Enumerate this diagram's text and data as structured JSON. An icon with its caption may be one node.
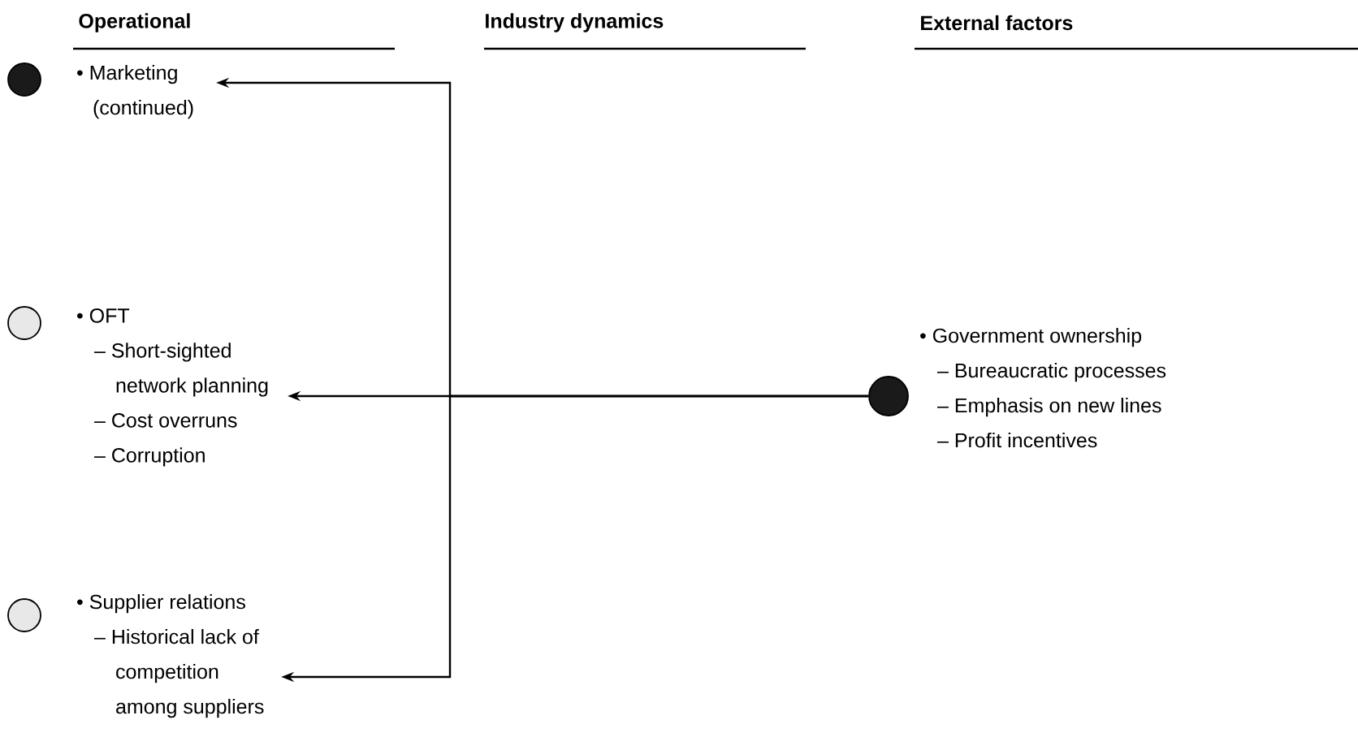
{
  "diagram": {
    "nodes": [
      {
        "text": [],
        "shape": "circle"
      },
      {
        "text": [
          "• Marketing (continued)"
        ]
      },
      {
        "text": [],
        "shape": "circle"
      },
      {
        "text": [
          "• OFT",
          "– Short-sighted network planning",
          "– Cost overruns",
          "– Corruption"
        ]
      },
      {
        "text": [],
        "shape": "circle"
      },
      {
        "text": [
          "• Supplier relations",
          "– Historical lack of competition among suppliers"
        ]
      },
      {
        "text": [],
        "shape": "circle"
      },
      {
        "text": [
          "• Government ownership",
          "– Bureaucratic processes",
          "– Emphasis on new lines",
          "– Profit incentives"
        ]
      }
    ],
    "edges": [
      {
        "from": 6,
        "to": 1,
        "arrow": "to"
      },
      {
        "from": 6,
        "to": 3,
        "arrow": "to"
      },
      {
        "from": 6,
        "to": 5,
        "arrow": "to"
      }
    ],
    "labels": [
      "Operational",
      "Industry dynamics",
      "External factors"
    ]
  }
}
